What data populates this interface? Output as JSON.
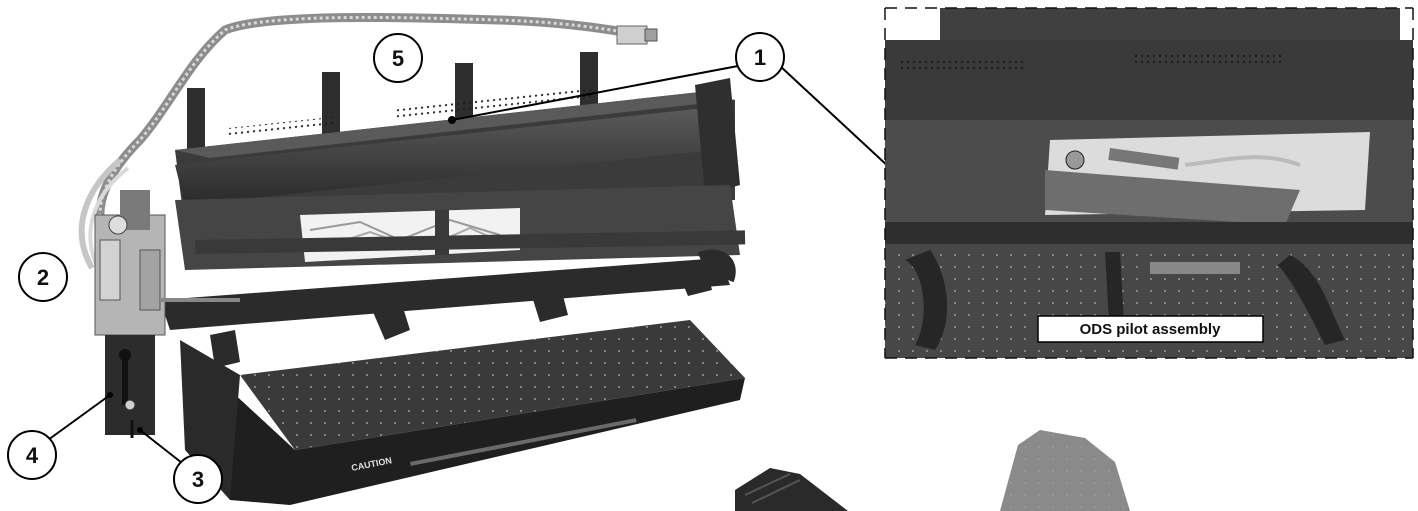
{
  "callouts": [
    {
      "number": "1"
    },
    {
      "number": "2"
    },
    {
      "number": "3"
    },
    {
      "number": "4"
    },
    {
      "number": "5"
    }
  ],
  "burner_label": "CAUTION",
  "inset": {
    "label": "ODS pilot assembly"
  },
  "colors": {
    "burner_dark": "#2f2f2f",
    "burner_mid": "#4a4a4a",
    "burner_light": "#6a6a6a",
    "metal": "#bdbdbd",
    "background": "#ffffff"
  }
}
